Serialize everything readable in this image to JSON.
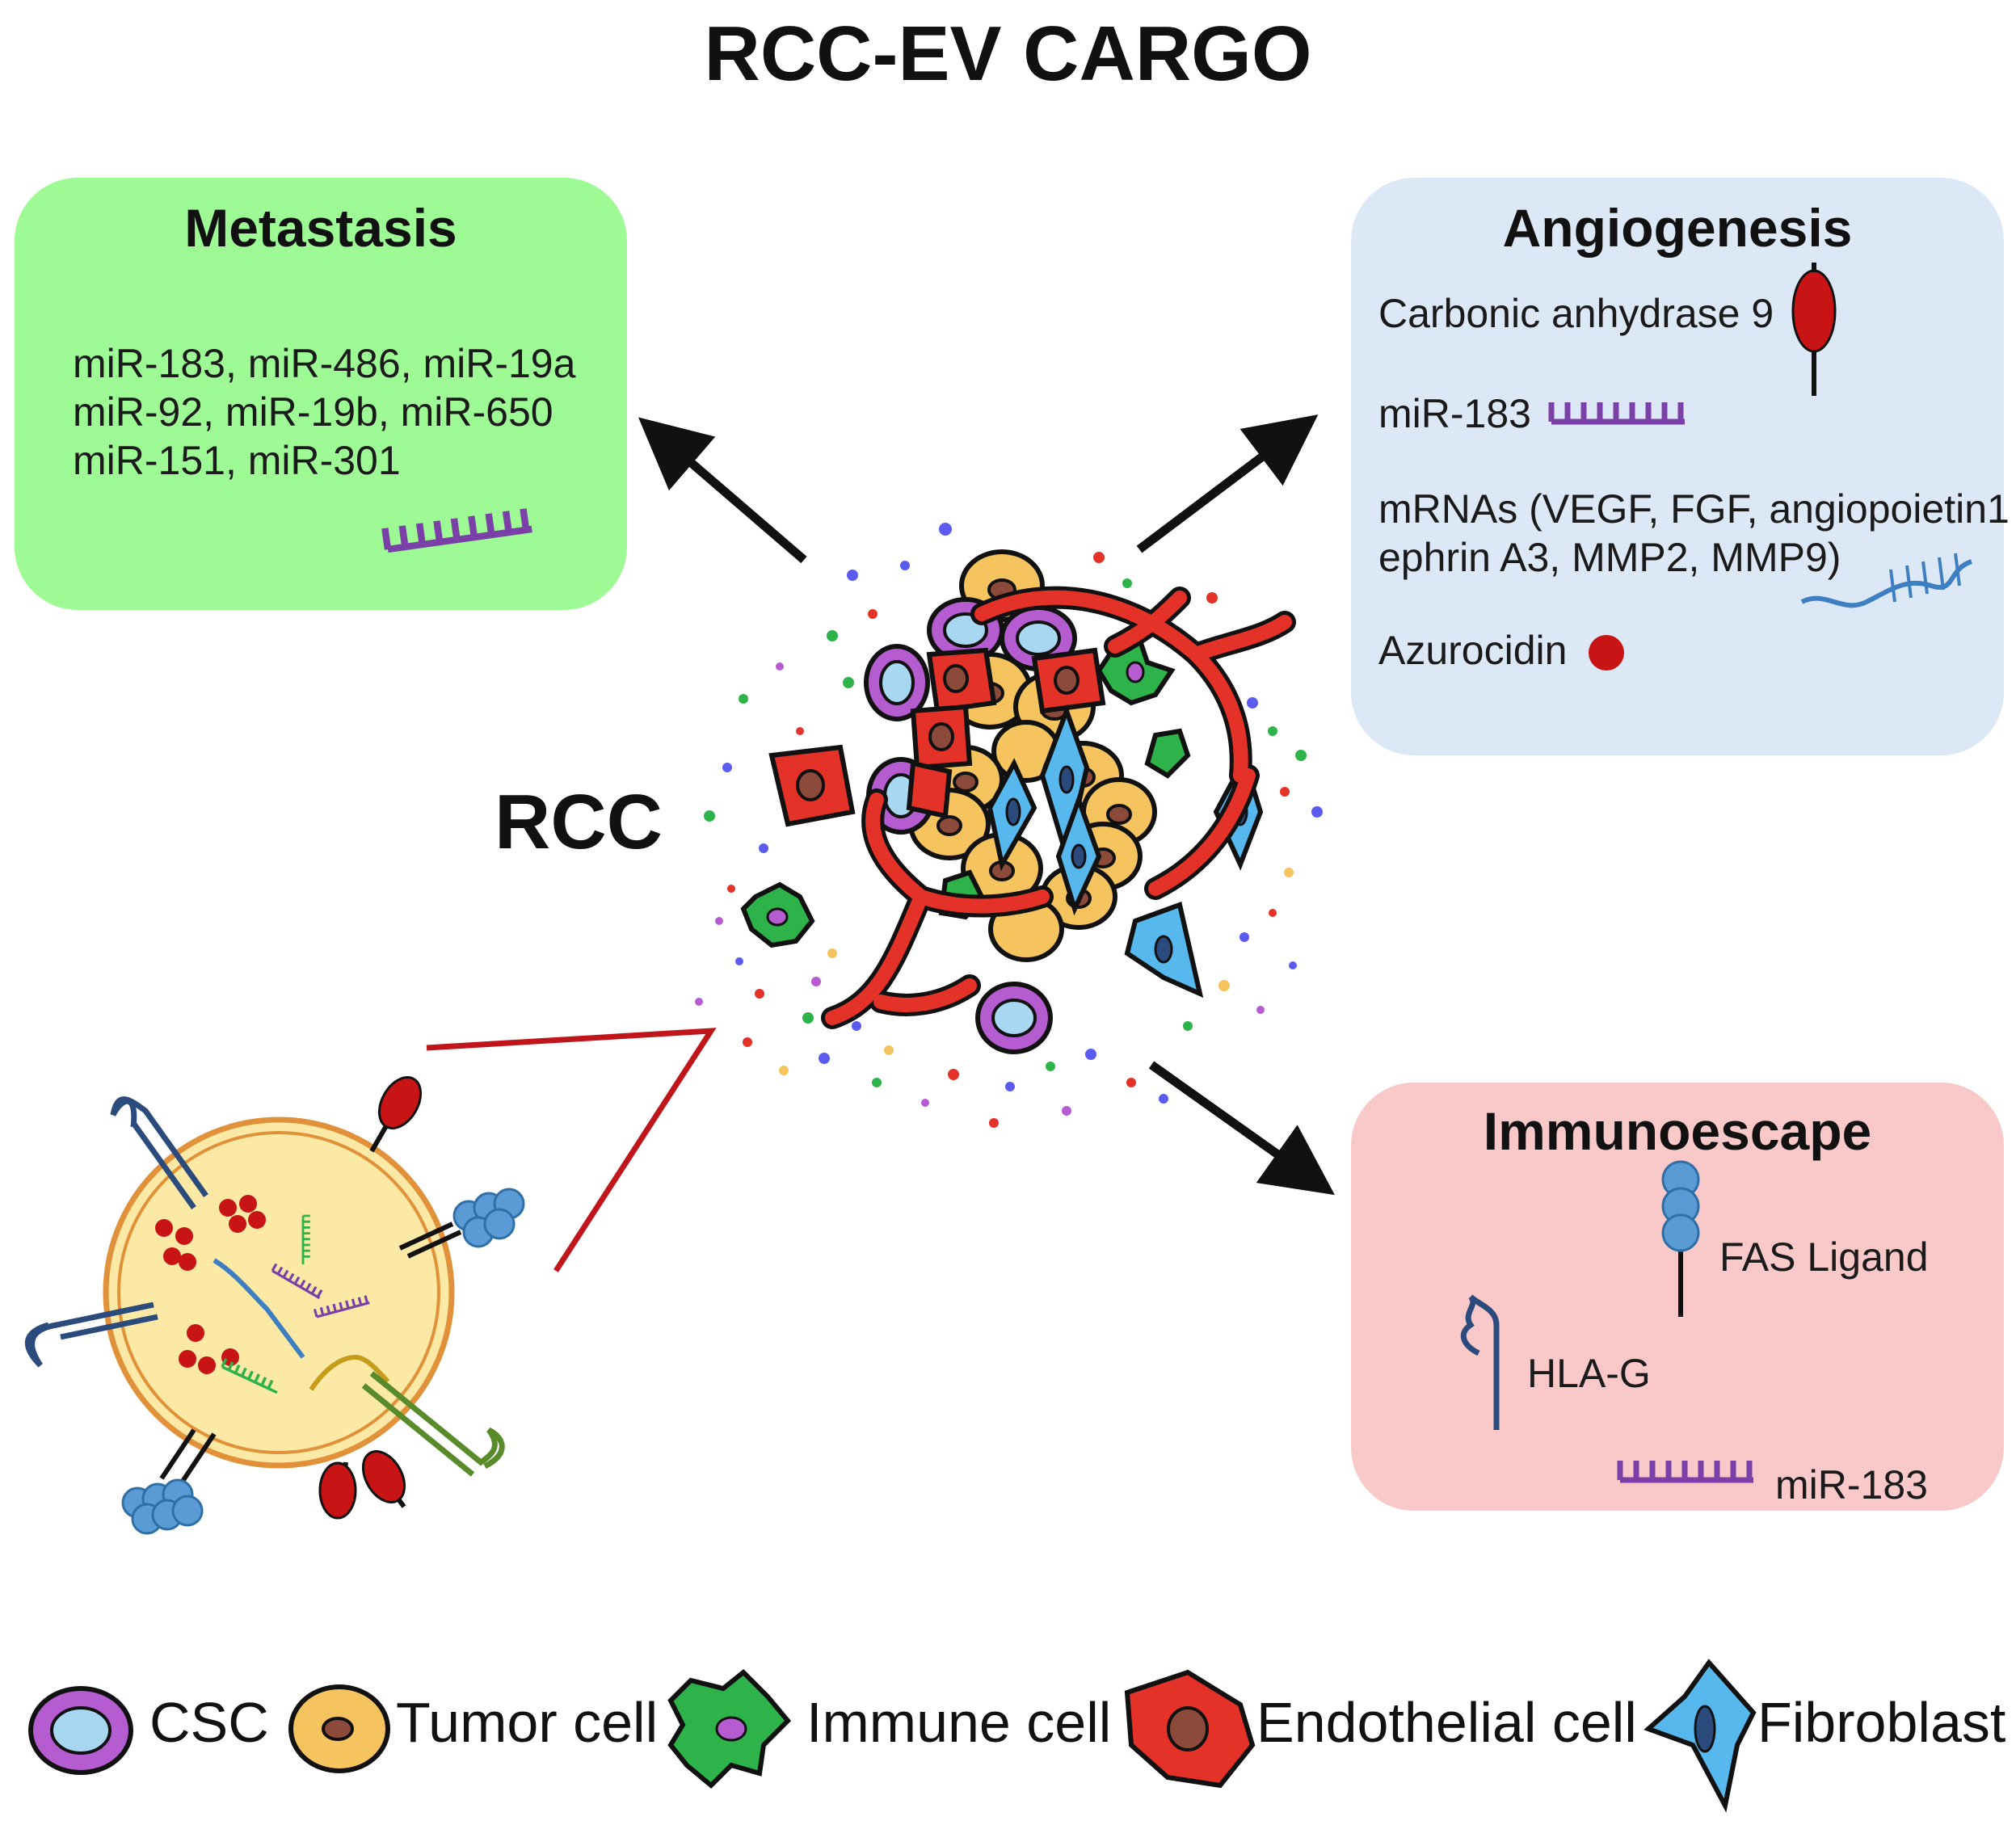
{
  "title": "RCC-EV CARGO",
  "center_label": "RCC",
  "metastasis": {
    "title": "Metastasis",
    "lines": [
      "miR-183, miR-486, miR-19a",
      "miR-92, miR-19b, miR-650",
      "miR-151, miR-301"
    ],
    "color": "#9dfa95"
  },
  "angiogenesis": {
    "title": "Angiogenesis",
    "carbonic": "Carbonic  anhydrase 9",
    "mir": "miR-183",
    "mrna_line1": "mRNAs (VEGF, FGF, angiopoietin1",
    "mrna_line2": "ephrin A3, MMP2, MMP9)",
    "azurocidin": "Azurocidin",
    "color": "#dce8f5"
  },
  "immunoescape": {
    "title": "Immunoescape",
    "fas": "FAS Ligand",
    "hla": "HLA-G",
    "mir": "miR-183",
    "color": "#f9c9c9"
  },
  "legend": {
    "csc": "CSC",
    "tumor": "Tumor cell",
    "immune": "Immune cell",
    "endothelial": "Endothelial cell",
    "fibroblast": "Fibroblast"
  },
  "icons": [
    "mirna-icon",
    "mrna-icon",
    "protein-icon",
    "fas-ligand-icon",
    "hla-g-icon",
    "extracellular-vesicle-icon"
  ],
  "colors": {
    "csc": "#b65cd1",
    "tumor": "#f5c45e",
    "immune": "#2db34a",
    "endothelial": "#e53228",
    "fibroblast": "#56b8ec",
    "mirna": "#7b3fa8",
    "protein": "#c81414",
    "vesicle": "#fce9a6"
  }
}
